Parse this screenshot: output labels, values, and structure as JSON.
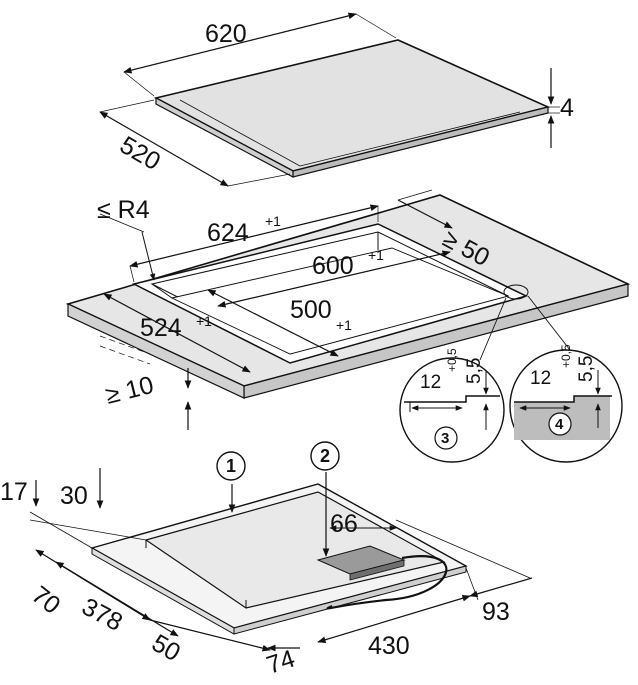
{
  "diagram": {
    "hob": {
      "width": "620",
      "depth": "520",
      "thickness": "4"
    },
    "cutout": {
      "corner_radius": "≤ R4",
      "rebate_width": {
        "value": "624",
        "tol": "+1"
      },
      "rebate_depth": {
        "value": "524",
        "tol": "+1"
      },
      "cutout_width": {
        "value": "600",
        "tol": "+1"
      },
      "cutout_depth": {
        "value": "500",
        "tol": "+1"
      },
      "min_back_distance": "≥ 50",
      "min_worktop_thickness": "≥ 10"
    },
    "details": [
      {
        "id": "3",
        "width": "12",
        "width_tol": "+0,5",
        "depth": "5,5"
      },
      {
        "id": "4",
        "width": "12",
        "width_tol": "+0,5",
        "depth": "5,5"
      }
    ],
    "underside": {
      "callouts": [
        "1",
        "2"
      ],
      "height_total": "17",
      "height_box": "30",
      "box_width": "66",
      "offsets": [
        "70",
        "378",
        "50",
        "74",
        "430",
        "93"
      ]
    }
  }
}
